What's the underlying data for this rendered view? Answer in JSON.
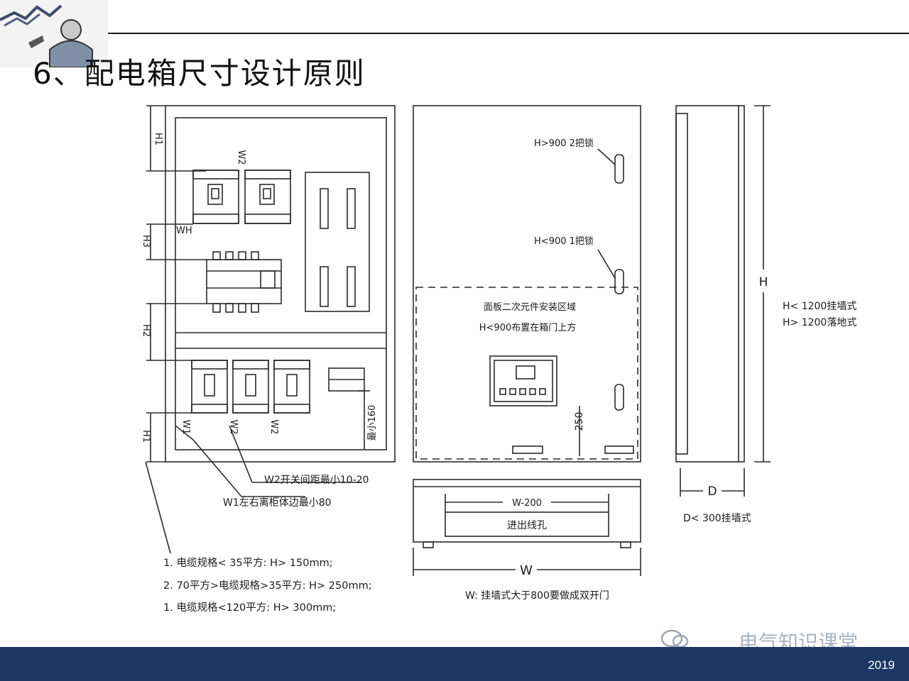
{
  "slide": {
    "title": "6、配电箱尺寸设计原则",
    "year": "2019",
    "watermark": "电气知识课堂"
  },
  "front_view": {
    "dim_h1_top": "H1",
    "dim_h3": "H3",
    "dim_h2": "H2",
    "dim_h1_bottom": "H1",
    "label_wh": "WH",
    "label_w2_top": "W2",
    "label_w1": "W1",
    "label_w2_a": "W2",
    "label_w2_b": "W2",
    "min_160": "最小160",
    "callout_w2": "W2开关间距最小10-20",
    "callout_w1": "W1左右离柜体边最小80"
  },
  "door_view": {
    "lock2": "H>900 2把锁",
    "lock1": "H<900 1把锁",
    "zone_line1": "面板二次元件安装区域",
    "zone_line2": "H<900布置在箱门上方",
    "dim_250": "250"
  },
  "side_view": {
    "dim_h": "H",
    "mount_wall": "H< 1200挂墙式",
    "mount_floor": "H> 1200落地式",
    "dim_d": "D",
    "depth_note": "D< 300挂墙式"
  },
  "bottom_view": {
    "dim_w200": "W-200",
    "cable_hole": "进出线孔",
    "dim_w": "W",
    "width_note": "W: 挂墙式大于800要做成双开门"
  },
  "notes": [
    "1. 电缆规格< 35平方: H> 150mm;",
    "2. 70平方>电缆规格>35平方: H> 250mm;",
    "1. 电缆规格<120平方: H> 300mm;"
  ]
}
